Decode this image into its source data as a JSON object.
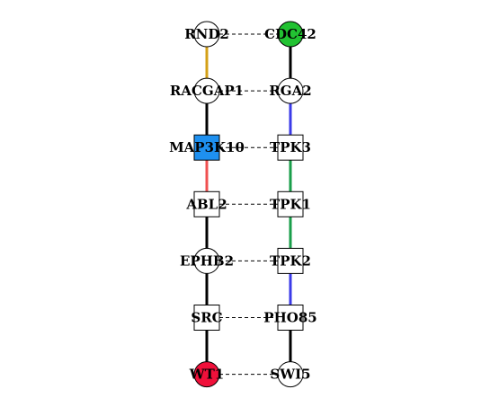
{
  "colors": {
    "yellow_edge": "#d4a017",
    "black_edge": "#000000",
    "blue_edge": "#3b3be8",
    "red_edge": "#f05050",
    "green_edge": "#1a9e4a",
    "green_fill": "#22c232",
    "blue_fill": "#1e90f0",
    "red_fill": "#f0103a",
    "white_fill": "#ffffff",
    "dash": "#000000"
  },
  "left_column": [
    {
      "id": "RND2",
      "label": "RND2",
      "shape": "circle",
      "fill": "white_fill"
    },
    {
      "id": "RACGAP1",
      "label": "RACGAP1",
      "shape": "circle",
      "fill": "white_fill"
    },
    {
      "id": "MAP3K10",
      "label": "MAP3K10",
      "shape": "square",
      "fill": "blue_fill"
    },
    {
      "id": "ABL2",
      "label": "ABL2",
      "shape": "square",
      "fill": "white_fill"
    },
    {
      "id": "EPHB2",
      "label": "EPHB2",
      "shape": "circle",
      "fill": "white_fill"
    },
    {
      "id": "SRC",
      "label": "SRC",
      "shape": "square",
      "fill": "white_fill"
    },
    {
      "id": "WT1",
      "label": "WT1",
      "shape": "circle",
      "fill": "red_fill"
    }
  ],
  "right_column": [
    {
      "id": "CDC42",
      "label": "CDC42",
      "shape": "circle",
      "fill": "green_fill"
    },
    {
      "id": "RGA2",
      "label": "RGA2",
      "shape": "circle",
      "fill": "white_fill"
    },
    {
      "id": "TPK3",
      "label": "TPK3",
      "shape": "square",
      "fill": "white_fill"
    },
    {
      "id": "TPK1",
      "label": "TPK1",
      "shape": "square",
      "fill": "white_fill"
    },
    {
      "id": "TPK2",
      "label": "TPK2",
      "shape": "square",
      "fill": "white_fill"
    },
    {
      "id": "PHO85",
      "label": "PHO85",
      "shape": "square",
      "fill": "white_fill"
    },
    {
      "id": "SWI5",
      "label": "SWI5",
      "shape": "circle",
      "fill": "white_fill"
    }
  ],
  "left_edges": [
    "yellow_edge",
    "black_edge",
    "red_edge",
    "black_edge",
    "black_edge",
    "black_edge"
  ],
  "right_edges": [
    "black_edge",
    "blue_edge",
    "green_edge",
    "green_edge",
    "blue_edge",
    "black_edge"
  ]
}
